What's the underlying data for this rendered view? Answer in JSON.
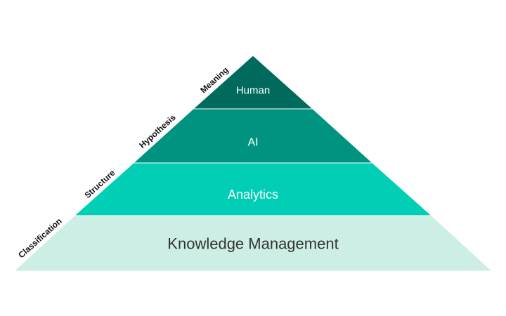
{
  "tiers": [
    {
      "label": "Human",
      "color": "#006b5c",
      "text_color": "#ffffff"
    },
    {
      "label": "AI",
      "color": "#00937f",
      "text_color": "#ffffff"
    },
    {
      "label": "Analytics",
      "color": "#00cfb5",
      "text_color": "#ffffff"
    },
    {
      "label": "Knowledge Management",
      "color": "#cdeee4",
      "text_color": "#333333"
    }
  ],
  "side_labels": [
    "Meaning",
    "Hypothesis",
    "Structure",
    "Classification"
  ]
}
